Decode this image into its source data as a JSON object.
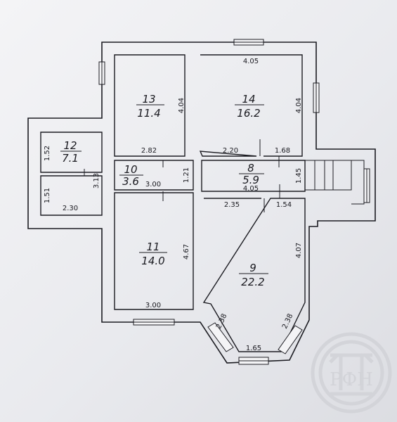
{
  "rooms": [
    {
      "id": "13",
      "area": "11.4"
    },
    {
      "id": "14",
      "area": "16.2"
    },
    {
      "id": "12",
      "area": "7.1"
    },
    {
      "id": "10",
      "area": "3.6"
    },
    {
      "id": "8",
      "area": "5.9"
    },
    {
      "id": "11",
      "area": "14.0"
    },
    {
      "id": "9",
      "area": "22.2"
    }
  ],
  "dimensions": {
    "r14_top": "4.05",
    "r13_side": "4.04",
    "r14_side": "4.04",
    "r13_bottom": "2.82",
    "r14_bottom": "2.20",
    "door_width": "1.68",
    "r12_side": "1.52",
    "hall_depth": "3.13",
    "r10_bottom": "3.00",
    "r10_side": "1.21",
    "r8_width": "4.05",
    "r8_side": "1.45",
    "storage_side": "1.51",
    "storage_bottom": "2.30",
    "r9_top_left": "2.35",
    "r9_top_right": "1.54",
    "r11_side": "4.67",
    "r9_side": "4.07",
    "r11_bottom": "3.00",
    "bay_left": "2.38",
    "bay_right": "2.38",
    "bay_bottom": "1.65"
  },
  "logo": {
    "text": "РФН",
    "icon": "rfn-logo-icon"
  }
}
